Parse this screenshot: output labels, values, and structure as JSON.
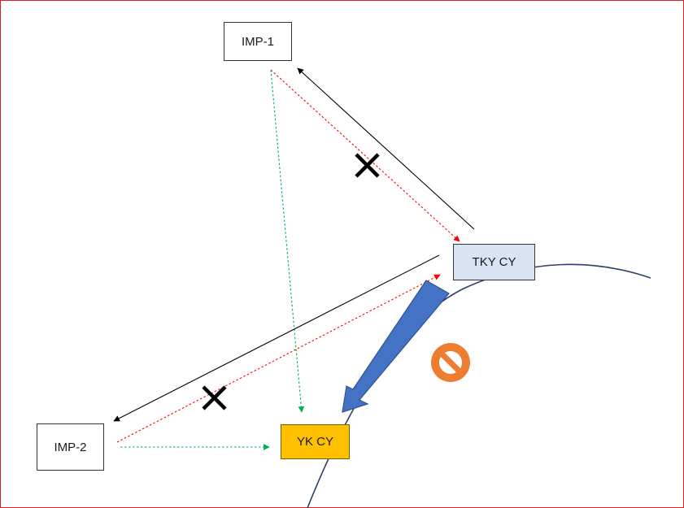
{
  "nodes": {
    "imp1": {
      "label": "IMP-1"
    },
    "imp2": {
      "label": "IMP-2"
    },
    "tky": {
      "label": "TKY CY",
      "fill": "#dae3f3"
    },
    "yk": {
      "label": "YK CY",
      "fill": "#ffc000"
    }
  },
  "edges": [
    {
      "from": "TKY CY",
      "to": "IMP-1",
      "style": "solid",
      "color": "#000000"
    },
    {
      "from": "IMP-1",
      "to": "TKY CY",
      "style": "dotted",
      "color": "#ff0000",
      "blocked": true
    },
    {
      "from": "IMP-1",
      "to": "YK CY",
      "style": "dotted",
      "color": "#00b050"
    },
    {
      "from": "TKY CY",
      "to": "IMP-2",
      "style": "solid",
      "color": "#000000"
    },
    {
      "from": "IMP-2",
      "to": "TKY CY",
      "style": "dotted",
      "color": "#ff0000",
      "blocked": true
    },
    {
      "from": "IMP-2",
      "to": "YK CY",
      "style": "dotted",
      "color": "#00b050"
    },
    {
      "from": "TKY CY",
      "to": "YK CY",
      "style": "block-arrow",
      "color": "#4472c4"
    }
  ],
  "symbols": {
    "blocked_mark": "x-icon",
    "prohibited": {
      "icon": "no-symbol-icon",
      "color": "#ed7d31"
    }
  },
  "colors": {
    "frame": "#e02020",
    "curve": "#2f3f6b"
  }
}
